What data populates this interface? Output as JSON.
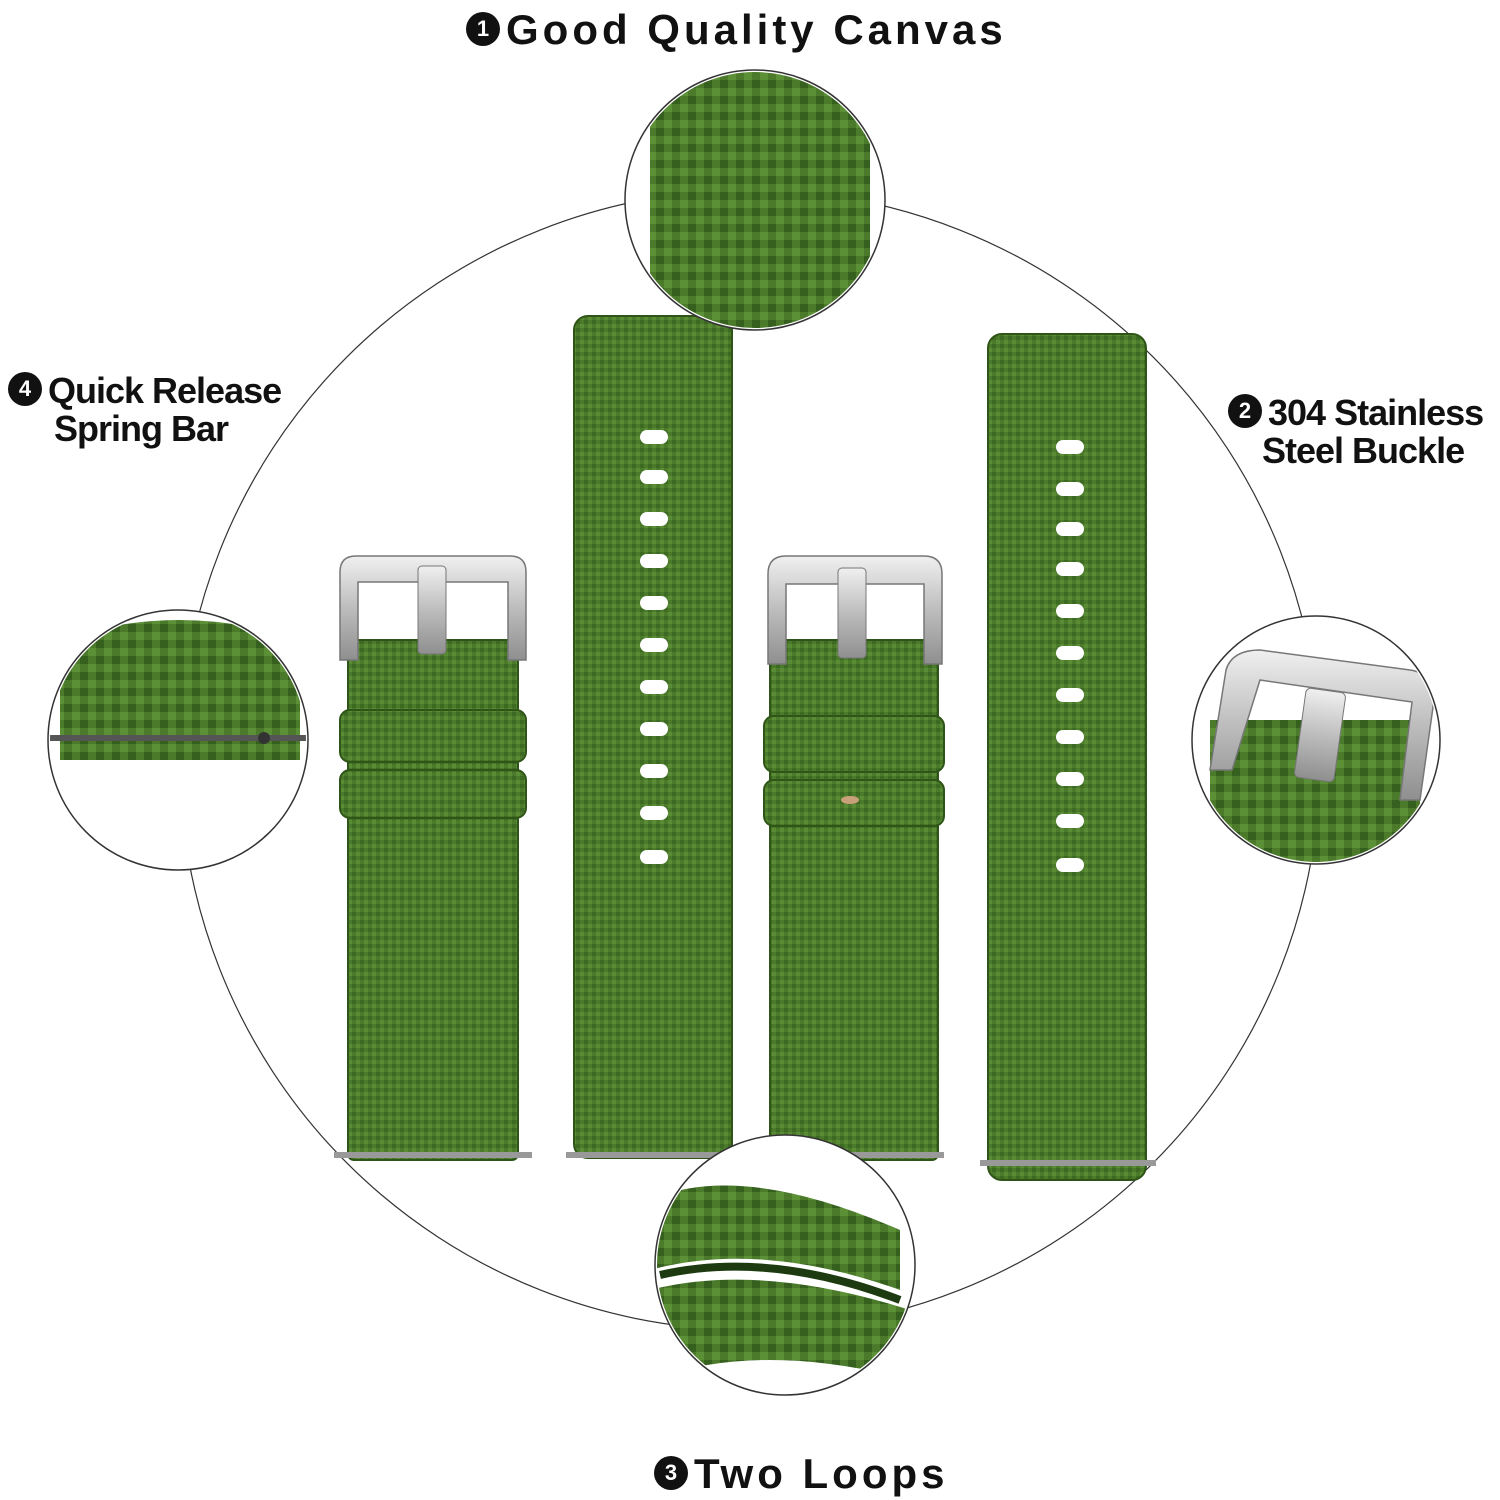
{
  "callouts": {
    "canvas": {
      "num": "1",
      "text": "Good Quality Canvas"
    },
    "buckle": {
      "num": "2",
      "line1": "304 Stainless",
      "line2": "Steel Buckle"
    },
    "loops": {
      "num": "3",
      "text": "Two Loops"
    },
    "springbar": {
      "num": "4",
      "line1": "Quick Release",
      "line2": "Spring Bar"
    }
  },
  "colors": {
    "strap": "#4a7a2a",
    "strap_dark": "#2f5418",
    "steel": "#c9c9c9",
    "outline": "#444444"
  }
}
